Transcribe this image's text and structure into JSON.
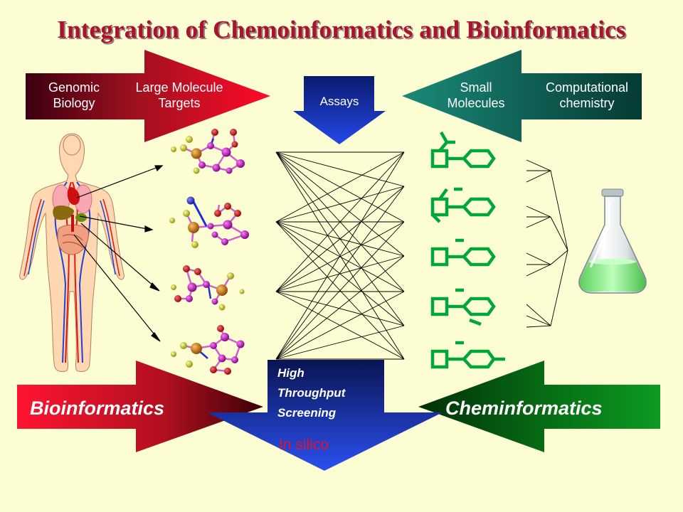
{
  "title": "Integration of Chemoinformatics and Bioinformatics",
  "top_left_arrow": {
    "label_left": "Genomic\nBiology",
    "label_right": "Large Molecule\nTargets"
  },
  "top_right_arrow": {
    "label_left": "Small\nMolecules",
    "label_right": "Computational\nchemistry"
  },
  "assays_arrow": {
    "label": "Assays"
  },
  "bottom_left_arrow": {
    "label": "Bioinformatics"
  },
  "bottom_right_arrow": {
    "label": "Cheminformatics"
  },
  "bottom_center_arrow": {
    "label": "High\nThroughput\nScreening",
    "sub_label": "In silico"
  },
  "colors": {
    "background": "#fdfdd3",
    "title": "#a8142a",
    "bio_red": "#e0102a",
    "bio_dark": "#4a0010",
    "chem_teal": "#0f5f56",
    "chem_green": "#0a7a1a",
    "assay_blue": "#1f3fcf",
    "molecule_green": "#00a63a",
    "flask_liquid": "#8ef08e"
  },
  "icons": [
    "human-body-anatomy",
    "protein-target-molecule",
    "small-molecule-structure",
    "erlenmeyer-flask"
  ]
}
